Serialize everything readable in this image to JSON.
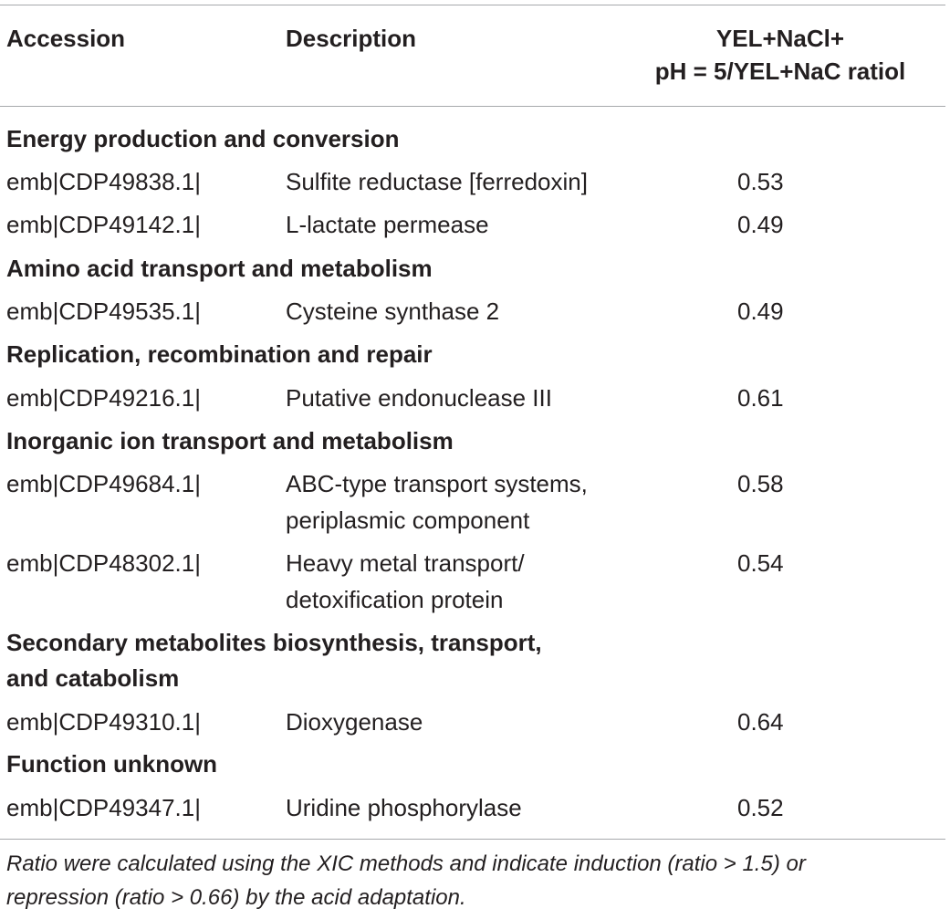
{
  "table": {
    "headers": {
      "accession": "Accession",
      "description": "Description",
      "ratio_line1": "YEL+NaCl+",
      "ratio_line2": "pH = 5/YEL+NaC ratiol"
    },
    "groups": [
      {
        "category": "Energy production and conversion",
        "rows": [
          {
            "accession": "emb|CDP49838.1|",
            "description": "Sulfite reductase [ferredoxin]",
            "ratio": "0.53"
          },
          {
            "accession": "emb|CDP49142.1|",
            "description": "L-lactate permease",
            "ratio": "0.49"
          }
        ]
      },
      {
        "category": "Amino acid transport and metabolism",
        "rows": [
          {
            "accession": "emb|CDP49535.1|",
            "description": "Cysteine synthase 2",
            "ratio": "0.49"
          }
        ]
      },
      {
        "category": "Replication, recombination and repair",
        "rows": [
          {
            "accession": "emb|CDP49216.1|",
            "description": "Putative endonuclease III",
            "ratio": "0.61"
          }
        ]
      },
      {
        "category": "Inorganic ion transport and metabolism",
        "rows": [
          {
            "accession": "emb|CDP49684.1|",
            "description_line1": "ABC-type transport systems,",
            "description_line2": "periplasmic component",
            "ratio": "0.58"
          },
          {
            "accession": "emb|CDP48302.1|",
            "description_line1": "Heavy metal transport/",
            "description_line2": "detoxification protein",
            "ratio": "0.54"
          }
        ]
      },
      {
        "category_line1": "Secondary metabolites biosynthesis, transport,",
        "category_line2": "and catabolism",
        "rows": [
          {
            "accession": "emb|CDP49310.1|",
            "description": "Dioxygenase",
            "ratio": "0.64"
          }
        ]
      },
      {
        "category": "Function unknown",
        "rows": [
          {
            "accession": "emb|CDP49347.1|",
            "description": "Uridine phosphorylase",
            "ratio": "0.52"
          }
        ]
      }
    ],
    "footnote_line1": "Ratio were calculated using the XIC methods and indicate induction (ratio > 1.5) or",
    "footnote_line2": "repression (ratio > 0.66) by the acid adaptation."
  }
}
